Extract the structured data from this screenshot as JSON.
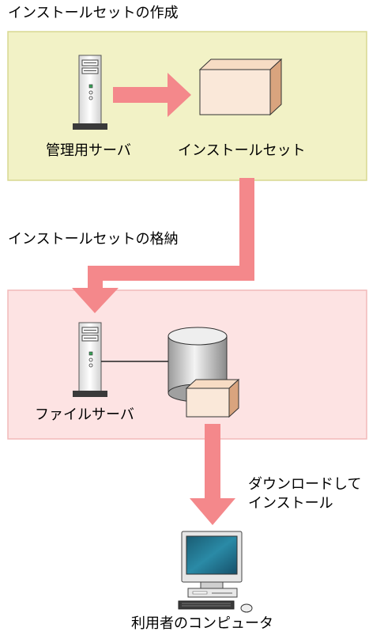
{
  "section1_label": "インストールセットの作成",
  "admin_server_label": "管理用サーバ",
  "install_set_label": "インストールセット",
  "store_label": "インストールセットの格納",
  "file_server_label": "ファイルサーバ",
  "download_label_line1": "ダウンロードして",
  "download_label_line2": "インストール",
  "user_computer_label": "利用者のコンピュータ",
  "colors": {
    "creation_area_fill": "#f2f2c6",
    "creation_area_border": "#d8d890",
    "storage_area_fill": "#fde3e3",
    "storage_area_border": "#f2b9b9",
    "arrow": "#f4888b",
    "package_front": "#fae8d9",
    "package_side": "#d9a47e",
    "monitor_screen": "#1f6b84"
  }
}
